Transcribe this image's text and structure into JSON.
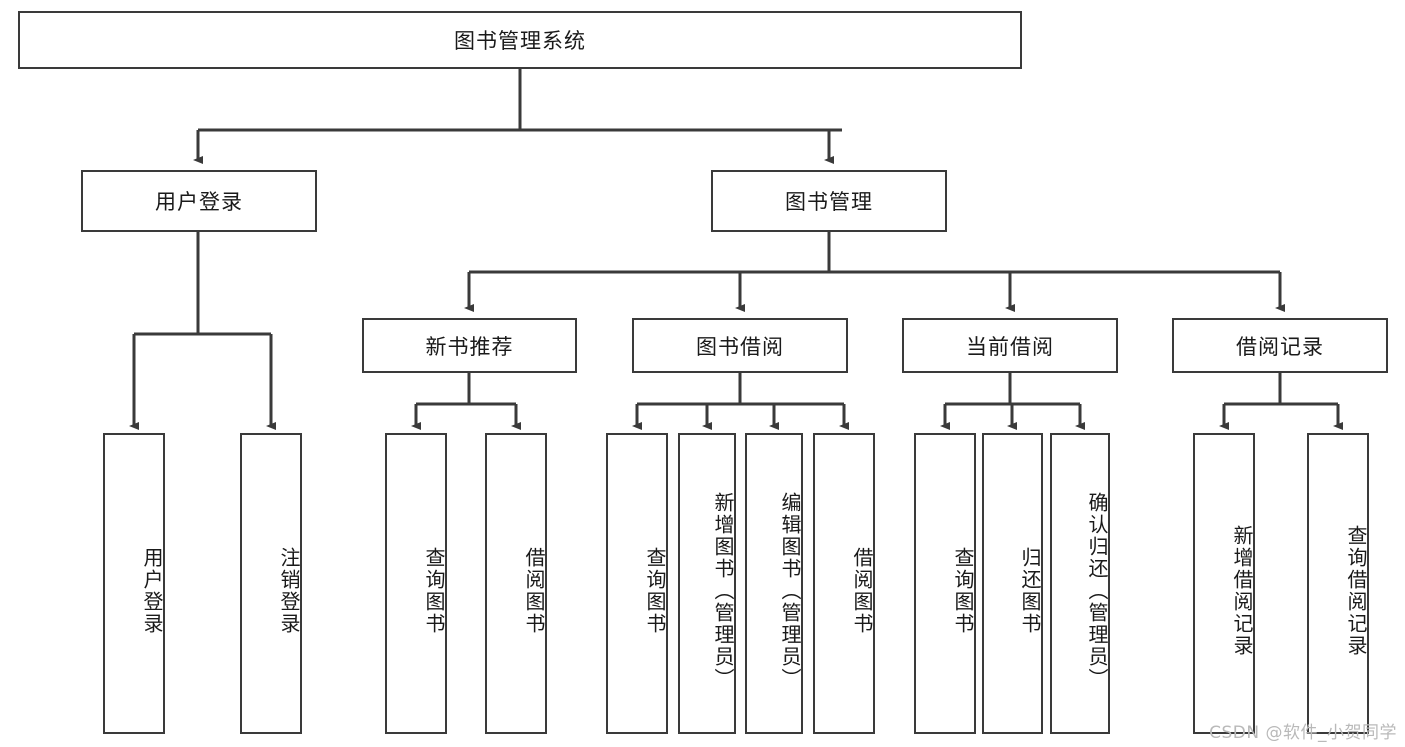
{
  "diagram": {
    "title": "图书管理系统",
    "type": "tree-hierarchy",
    "watermark": "CSDN @软件_小贺同学",
    "colors": {
      "stroke": "#3a3a3a",
      "fill": "#ffffff",
      "text": "#1a1a1a",
      "watermark": "#b9b9b9"
    },
    "levels": {
      "root": {
        "label": "图书管理系统"
      },
      "level2": [
        {
          "id": "user-login",
          "label": "用户登录"
        },
        {
          "id": "book-manage",
          "label": "图书管理"
        }
      ],
      "level3": [
        {
          "id": "new-book-recommend",
          "label": "新书推荐"
        },
        {
          "id": "book-borrow",
          "label": "图书借阅"
        },
        {
          "id": "current-borrow",
          "label": "当前借阅"
        },
        {
          "id": "borrow-record",
          "label": "借阅记录"
        }
      ],
      "leaves": [
        {
          "id": "leaf-user-login",
          "label": "用户登录",
          "parent": "user-login"
        },
        {
          "id": "leaf-logout-login",
          "label": "注销登录",
          "parent": "user-login"
        },
        {
          "id": "leaf-query-book-1",
          "label": "查询图书",
          "parent": "new-book-recommend"
        },
        {
          "id": "leaf-borrow-book-1",
          "label": "借阅图书",
          "parent": "new-book-recommend"
        },
        {
          "id": "leaf-query-book-2",
          "label": "查询图书",
          "parent": "book-borrow"
        },
        {
          "id": "leaf-add-book-admin",
          "label": "新增图书（管理员）",
          "parent": "book-borrow"
        },
        {
          "id": "leaf-edit-book-admin",
          "label": "编辑图书（管理员）",
          "parent": "book-borrow"
        },
        {
          "id": "leaf-borrow-book-2",
          "label": "借阅图书",
          "parent": "book-borrow"
        },
        {
          "id": "leaf-query-book-3",
          "label": "查询图书",
          "parent": "current-borrow"
        },
        {
          "id": "leaf-return-book",
          "label": "归还图书",
          "parent": "current-borrow"
        },
        {
          "id": "leaf-confirm-return-admin",
          "label": "确认归还（管理员）",
          "parent": "current-borrow"
        },
        {
          "id": "leaf-add-borrow-record",
          "label": "新增借阅记录",
          "parent": "borrow-record"
        },
        {
          "id": "leaf-query-borrow-record",
          "label": "查询借阅记录",
          "parent": "borrow-record"
        }
      ]
    }
  }
}
